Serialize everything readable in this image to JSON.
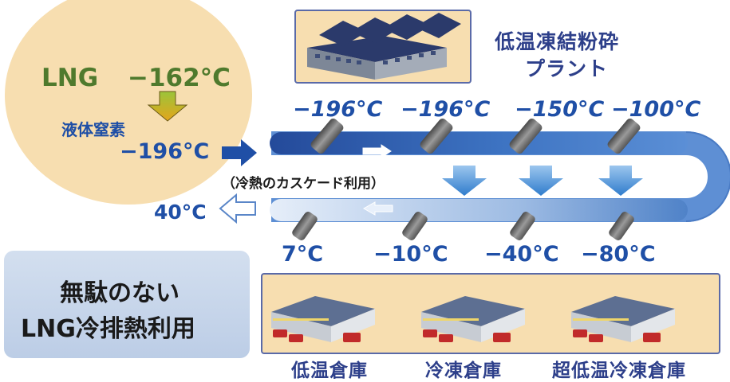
{
  "lng": {
    "label": "LNG",
    "temp": "−162°C"
  },
  "nitrogen": {
    "label": "液体窒素",
    "temp": "−196°C"
  },
  "plant": {
    "label_line1": "低温凍結粉砕",
    "label_line2": "プラント"
  },
  "cascade": {
    "label": "（冷熱のカスケード利用）"
  },
  "top_temps": [
    "−196°C",
    "−196°C",
    "−150°C",
    "−100°C"
  ],
  "bottom_temps": [
    "7°C",
    "−10°C",
    "−40°C",
    "−80°C"
  ],
  "return_temp": "40°C",
  "waste": {
    "line1": "無駄のない",
    "line2": "LNG冷排熱利用"
  },
  "warehouses": [
    "低温倉庫",
    "冷凍倉庫",
    "超低温冷凍倉庫"
  ],
  "colors": {
    "oval": "#f7deb0",
    "pipe_dark": "#1f4fa6",
    "pipe_light": "#c9d9f0",
    "arrow_down": "#3a8ad6"
  }
}
